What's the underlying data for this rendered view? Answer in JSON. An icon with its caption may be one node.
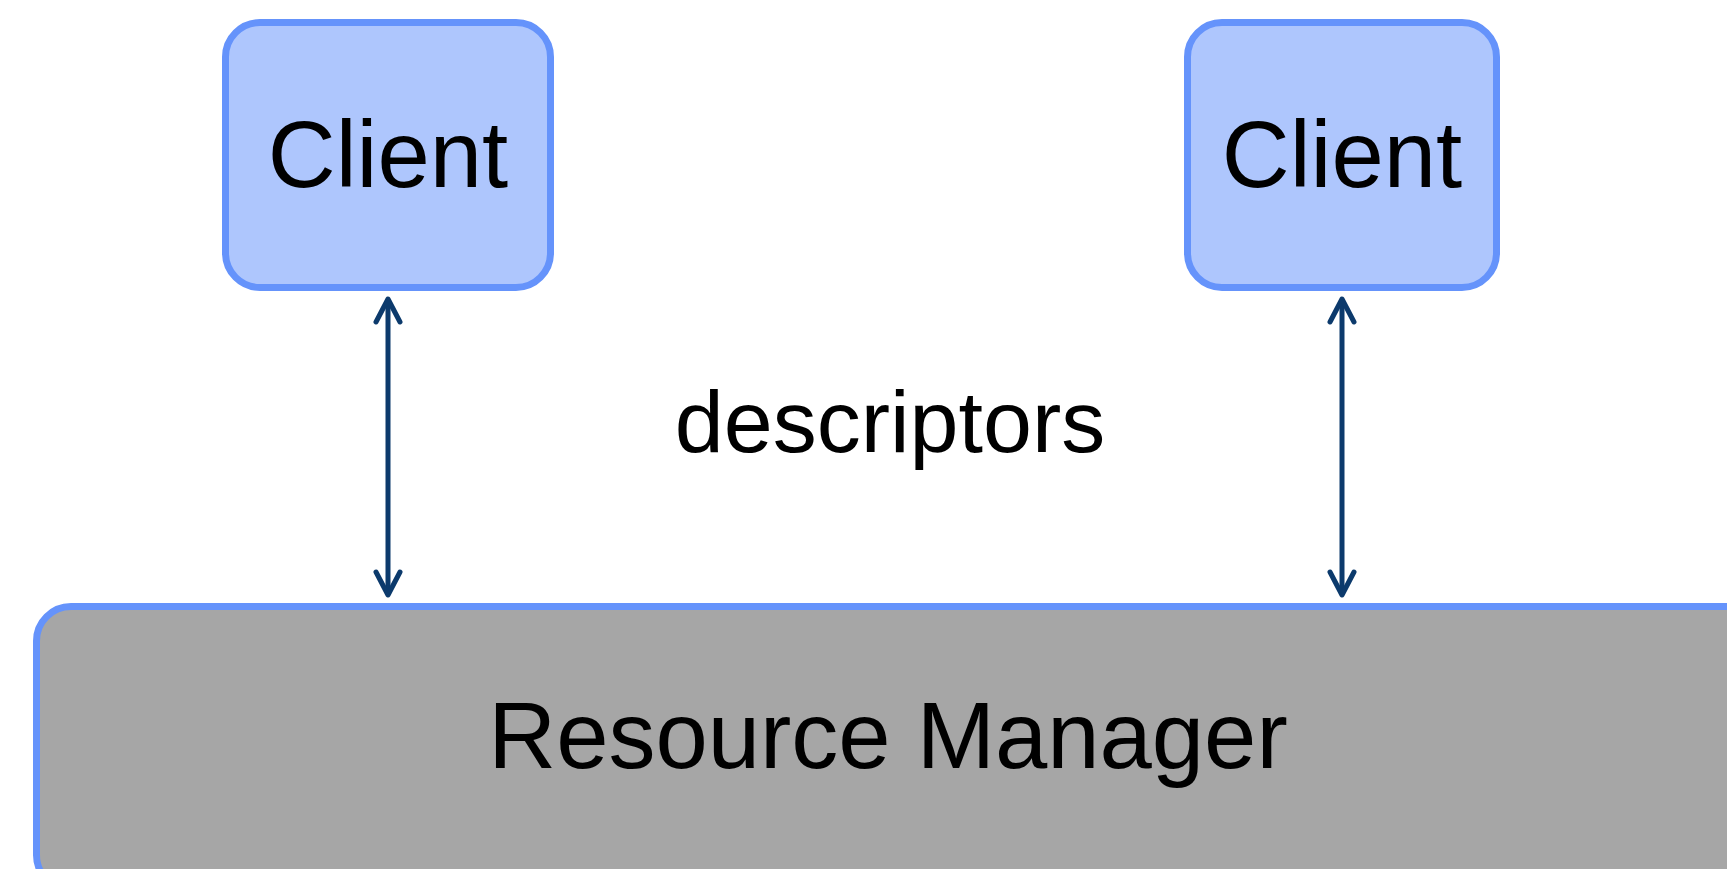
{
  "diagram": {
    "nodes": [
      {
        "text": [
          "Client"
        ]
      },
      {
        "text": [
          "Client"
        ]
      },
      {
        "text": [
          "Resource Manager"
        ]
      }
    ],
    "edges": [
      {
        "from": 0,
        "to": 2,
        "arrow": "both"
      },
      {
        "from": 1,
        "to": 2,
        "arrow": "both"
      }
    ],
    "labels": [
      "descriptors"
    ]
  }
}
